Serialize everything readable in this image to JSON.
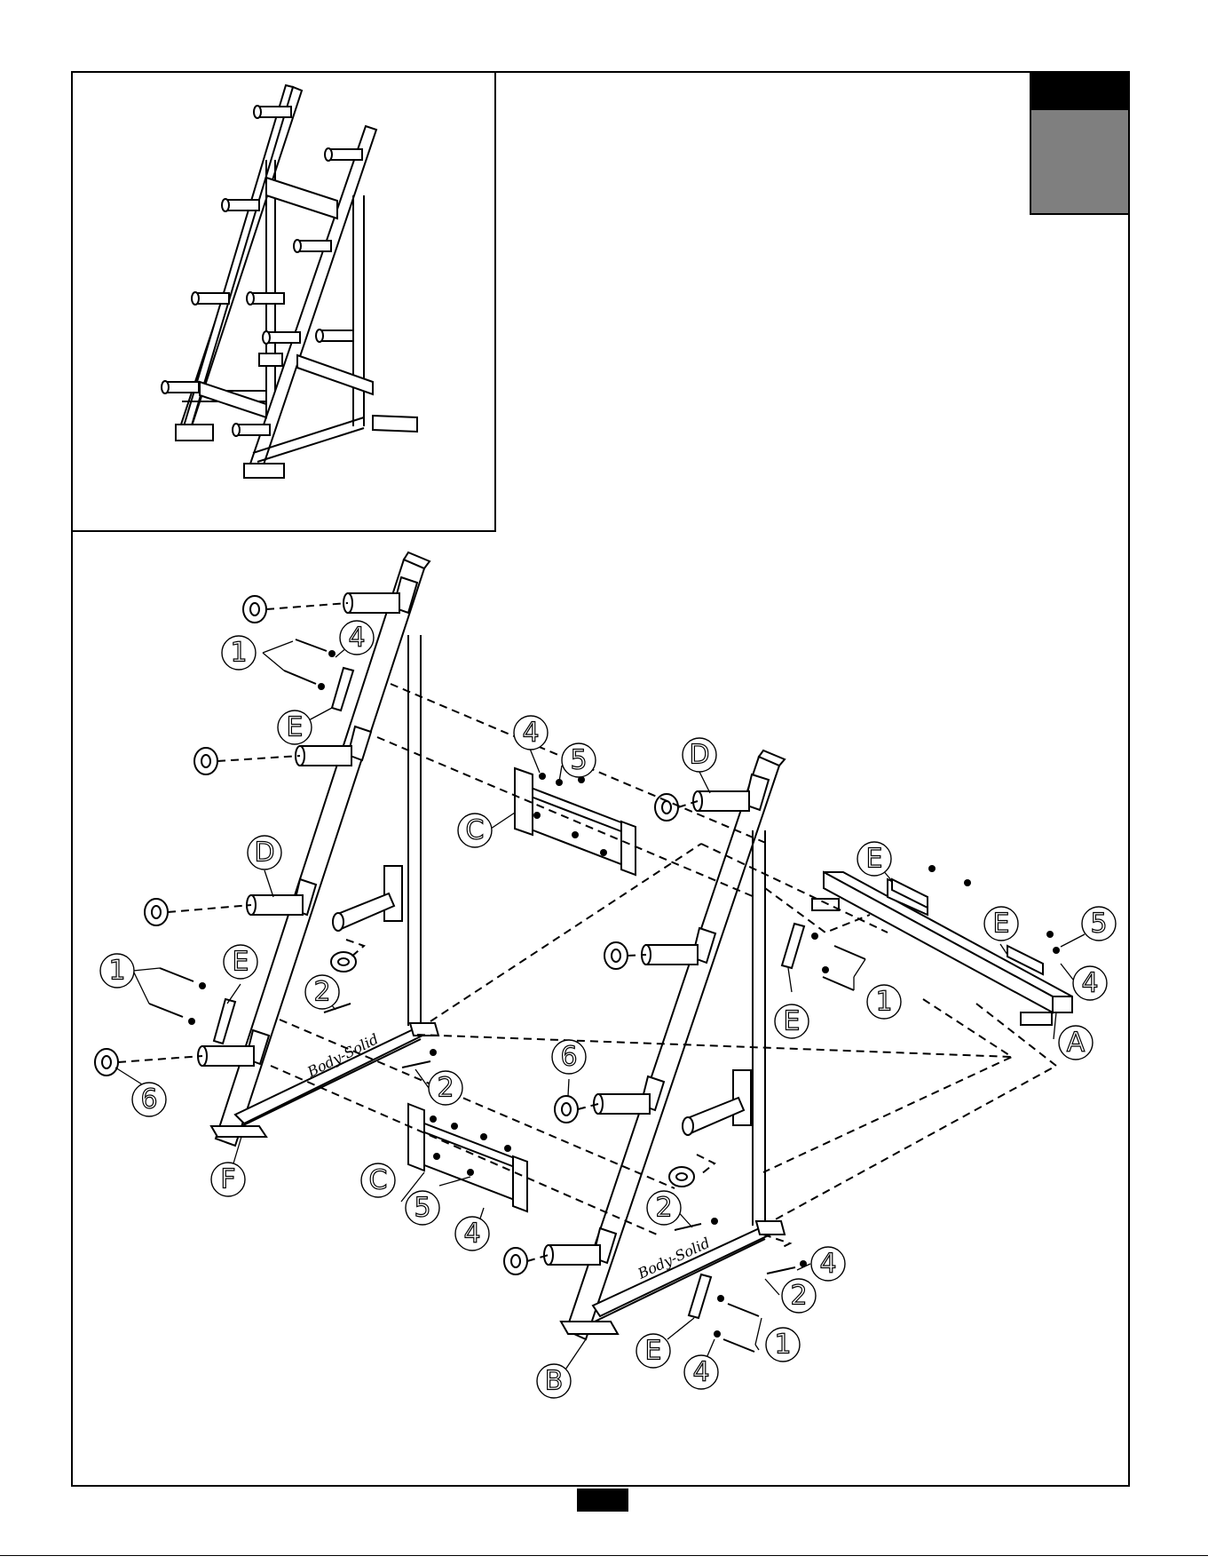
{
  "callouts": {
    "c1a": "1",
    "c4a": "4",
    "cEa": "E",
    "cDa": "D",
    "c1b": "1",
    "cEb": "E",
    "c6a": "6",
    "cF": "F",
    "c2a": "2",
    "c2b": "2",
    "c4b": "4",
    "c5a": "5",
    "cCa": "C",
    "cDb": "D",
    "cEc": "E",
    "cEd": "E",
    "c5b": "5",
    "c4c": "4",
    "cA": "A",
    "cEe": "E",
    "c1c": "1",
    "c6b": "6",
    "cCb": "C",
    "c5c": "5",
    "c4d": "4",
    "c2c": "2",
    "c4e": "4",
    "c2d": "2",
    "c1d": "1",
    "cEf": "E",
    "c4f": "4",
    "cB": "B"
  },
  "colors": {
    "line": "#000000",
    "tab_gray": "#7f7f7f",
    "background": "#ffffff"
  }
}
